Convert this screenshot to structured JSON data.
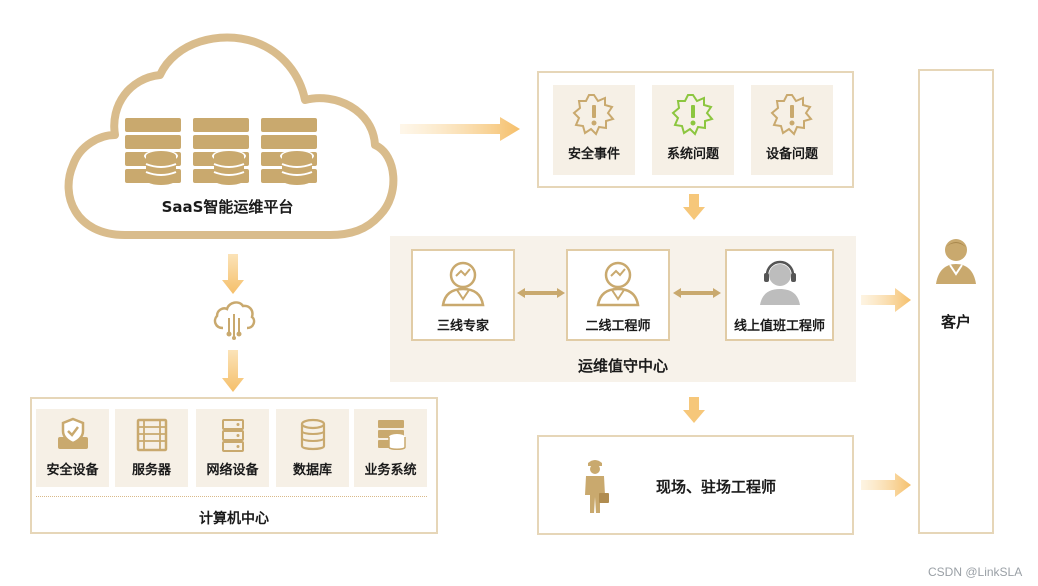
{
  "platform": {
    "title": "SaaS智能运维平台"
  },
  "issues": {
    "items": [
      {
        "label": "安全事件",
        "icon": "alert-badge-icon",
        "color": "#c9a96e"
      },
      {
        "label": "系统问题",
        "icon": "alert-badge-icon",
        "color": "#8cc63f"
      },
      {
        "label": "设备问题",
        "icon": "alert-badge-icon",
        "color": "#c9a96e"
      }
    ]
  },
  "ops_center": {
    "title": "运维值守中心",
    "roles": [
      {
        "label": "三线专家",
        "icon": "expert-avatar-icon"
      },
      {
        "label": "二线工程师",
        "icon": "engineer-avatar-icon"
      },
      {
        "label": "线上值班工程师",
        "icon": "headset-agent-icon"
      }
    ]
  },
  "compute_center": {
    "title": "计算机中心",
    "items": [
      {
        "label": "安全设备",
        "icon": "security-device-icon"
      },
      {
        "label": "服务器",
        "icon": "server-rack-icon"
      },
      {
        "label": "网络设备",
        "icon": "network-device-icon"
      },
      {
        "label": "数据库",
        "icon": "database-icon"
      },
      {
        "label": "业务系统",
        "icon": "business-system-icon"
      }
    ]
  },
  "field": {
    "label": "现场、驻场工程师",
    "icon": "field-engineer-icon"
  },
  "customer": {
    "label": "客户",
    "icon": "customer-icon"
  },
  "watermark": "CSDN @LinkSLA",
  "colors": {
    "accent": "#c9a96e",
    "border": "#e6d6b8",
    "arrow": "#f6c77a",
    "panel": "#f7f2ea"
  }
}
